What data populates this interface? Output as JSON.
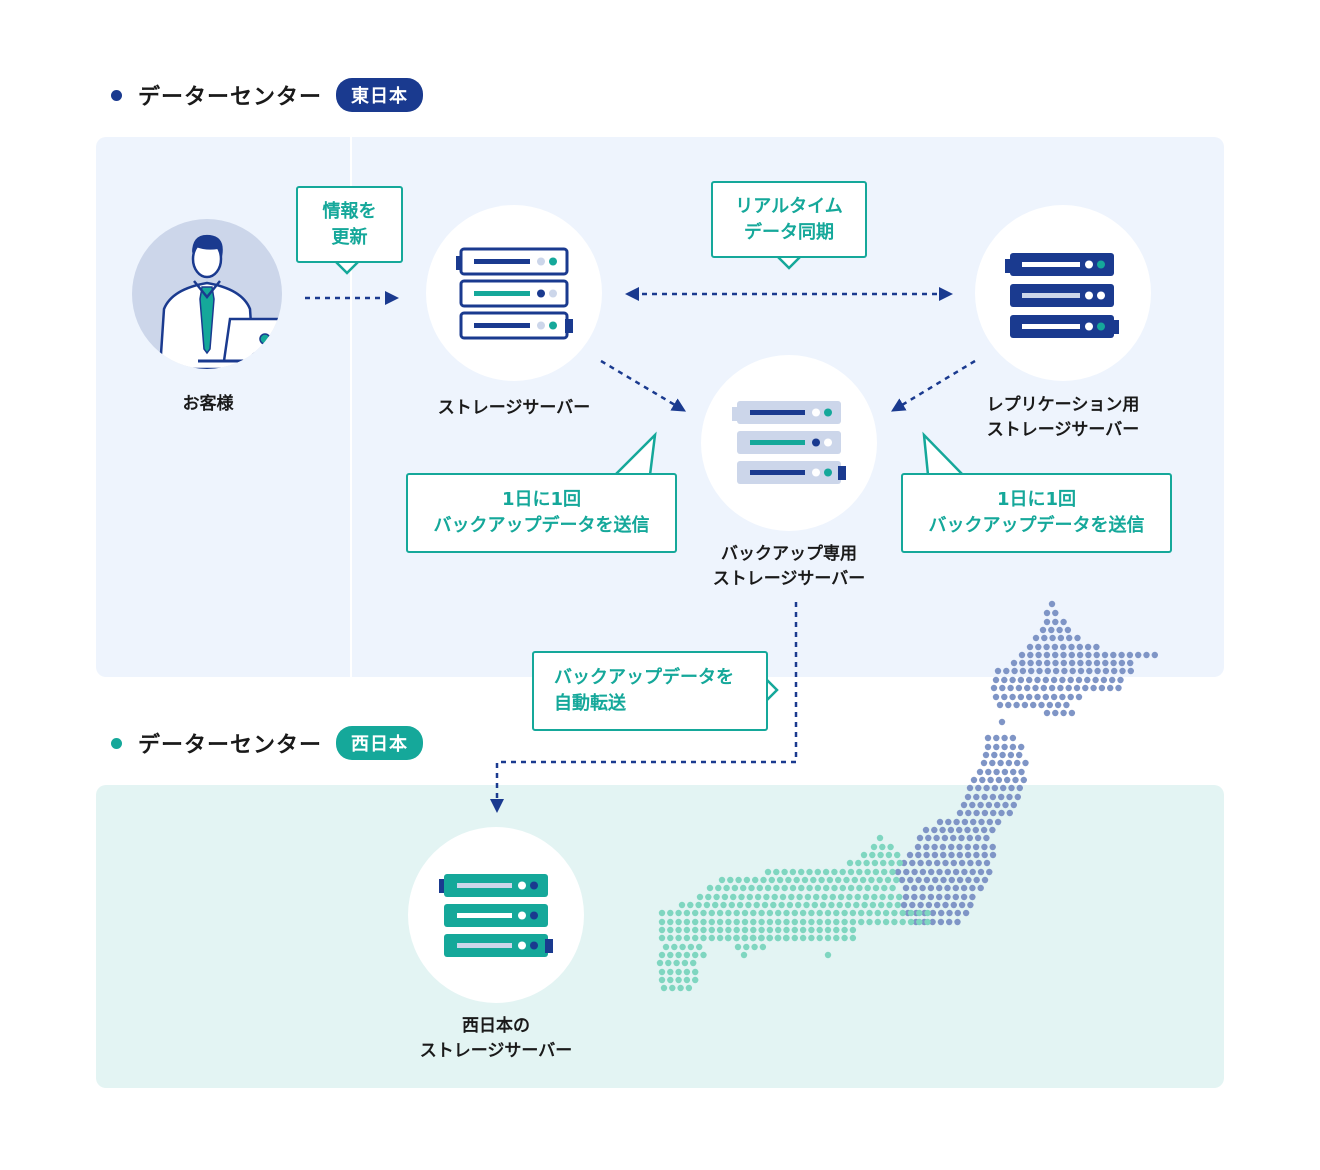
{
  "east": {
    "heading": "データーセンター",
    "badge": "東日本"
  },
  "west": {
    "heading": "データーセンター",
    "badge": "西日本"
  },
  "nodes": {
    "customer": "お客様",
    "storage": "ストレージサーバー",
    "replication": [
      "レプリケーション用",
      "ストレージサーバー"
    ],
    "backup": [
      "バックアップ専用",
      "ストレージサーバー"
    ],
    "west_storage": [
      "西日本の",
      "ストレージサーバー"
    ]
  },
  "callouts": {
    "update": [
      "情報を",
      "更新"
    ],
    "realtime": [
      "リアルタイム",
      "データ同期"
    ],
    "daily_left": [
      "1日に1回",
      "バックアップデータを送信"
    ],
    "daily_right": [
      "1日に1回",
      "バックアップデータを送信"
    ],
    "transfer": [
      "バックアップデータを",
      "自動転送"
    ]
  },
  "colors": {
    "navy": "#1a3a8f",
    "teal": "#15a89a",
    "east_bg": "#eef4fd",
    "west_bg": "#e3f4f3",
    "map_east": "#7f95c6",
    "map_west": "#7fd6c0"
  }
}
